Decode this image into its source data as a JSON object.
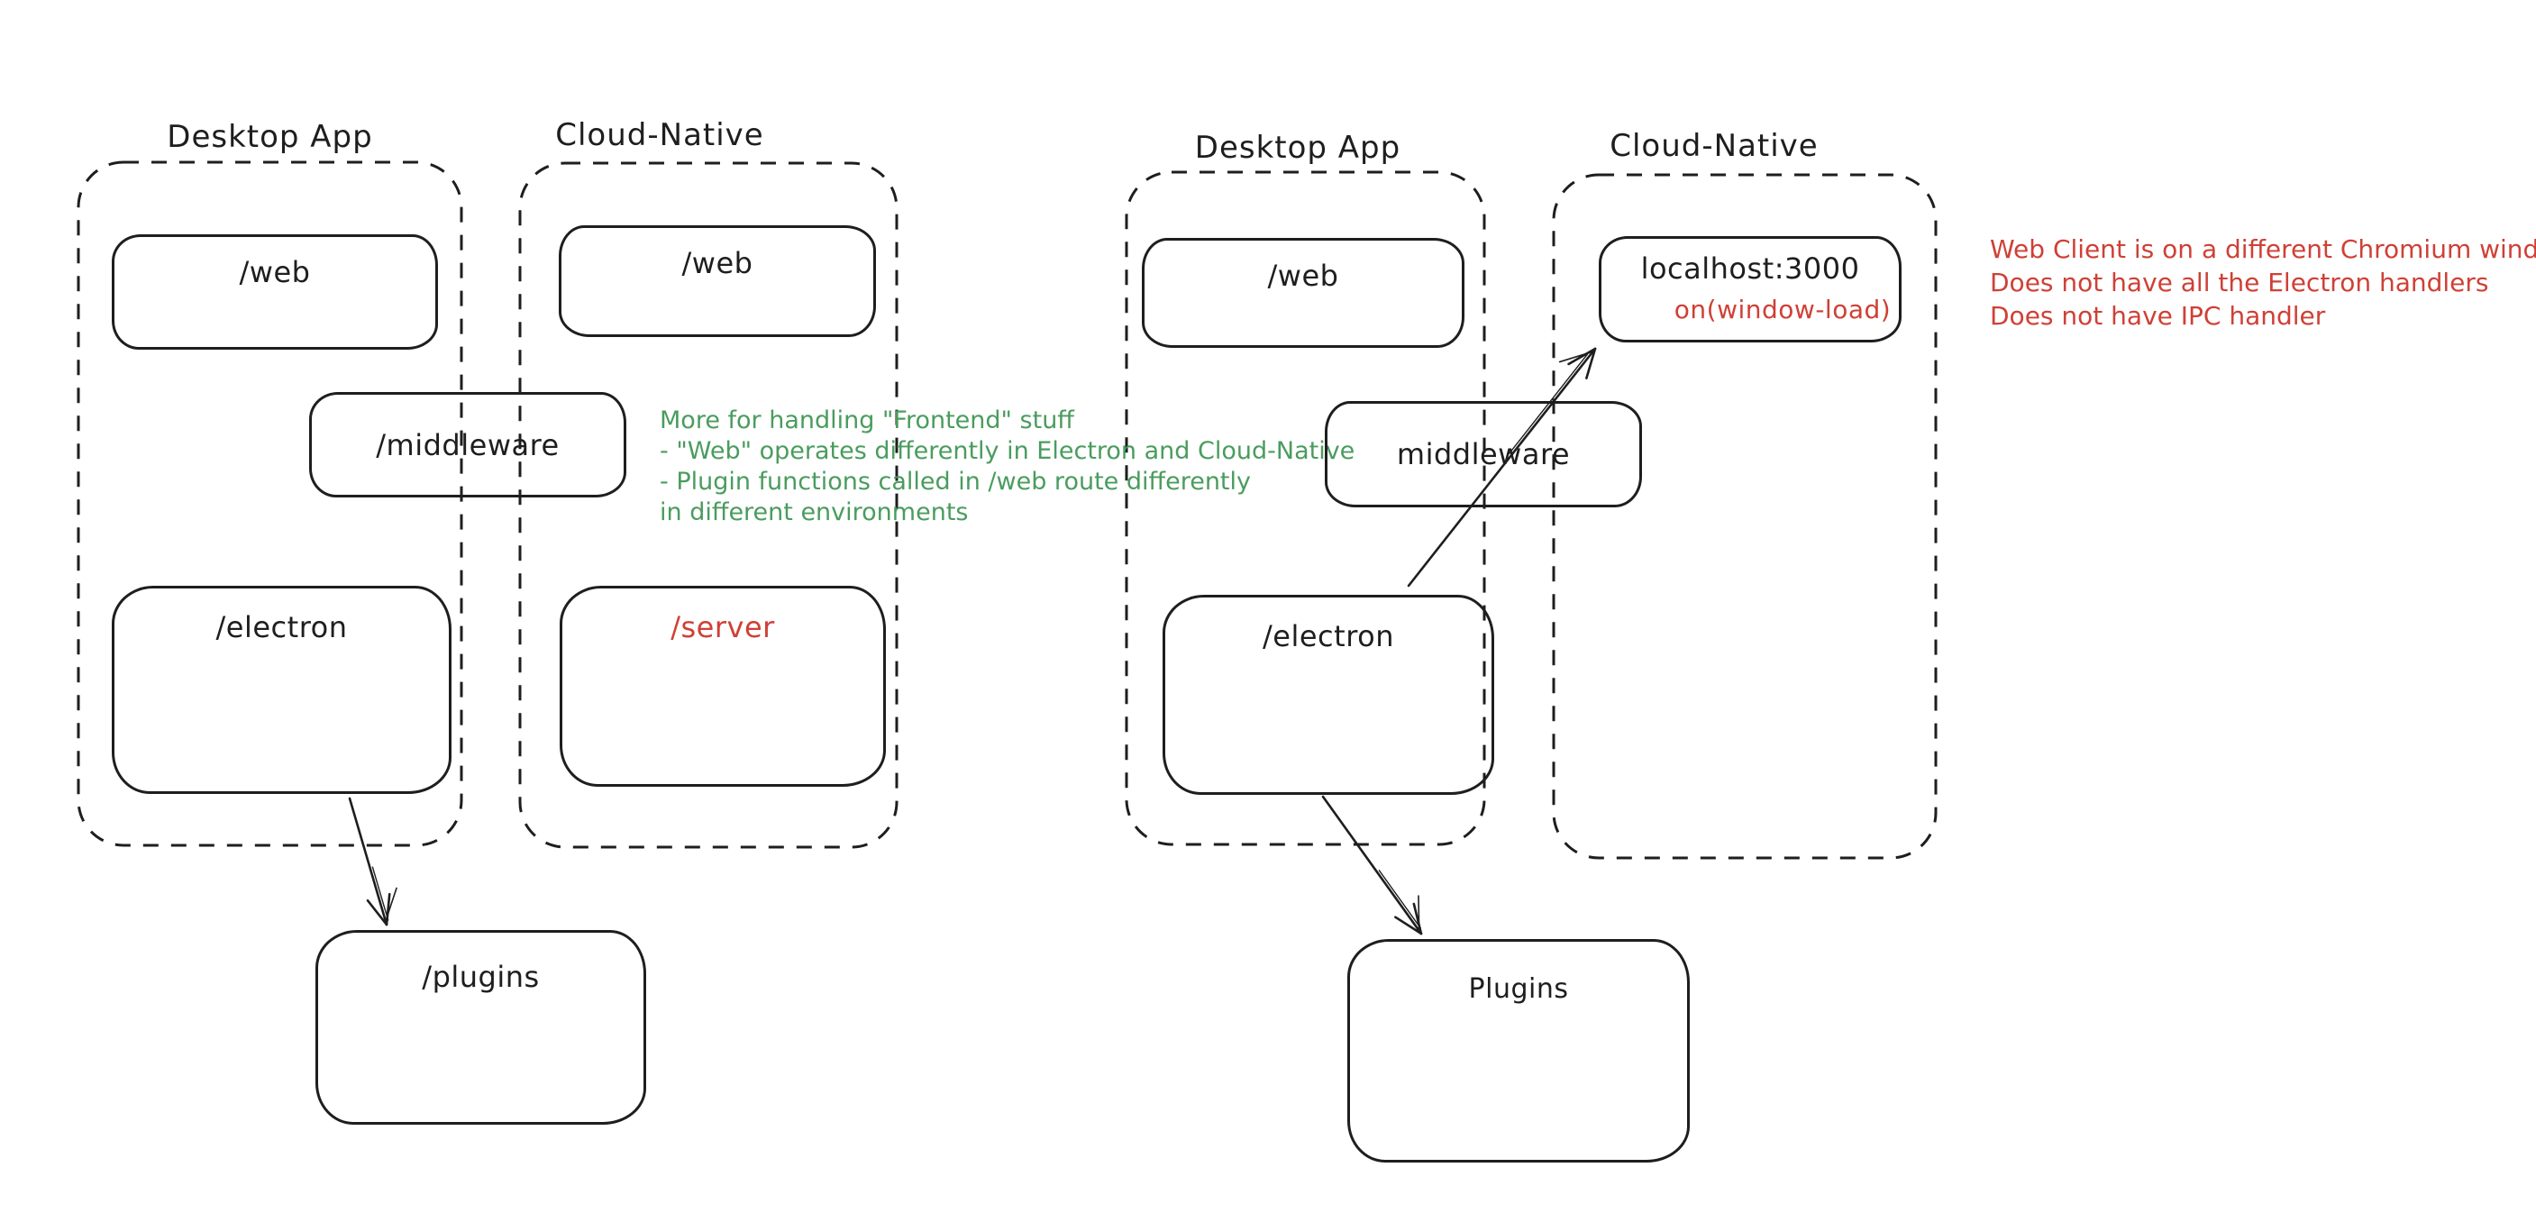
{
  "colors": {
    "ink": "#1e1e1e",
    "red": "#cf4036",
    "green": "#4a9c5e",
    "background": "#ffffff"
  },
  "left_diagram": {
    "desktop_label": "Desktop App",
    "cloud_label": "Cloud-Native",
    "web_desktop_label": "/web",
    "web_cloud_label": "/web",
    "middleware_label": "/middleware",
    "electron_label": "/electron",
    "server_label": "/server",
    "plugins_label": "/plugins",
    "note_lines": [
      "More for handling \"Frontend\" stuff",
      "- \"Web\" operates differently in Electron and Cloud-Native",
      "- Plugin functions called in /web route differently",
      "in different environments"
    ]
  },
  "right_diagram": {
    "desktop_label": "Desktop App",
    "cloud_label": "Cloud-Native",
    "web_label": "/web",
    "localhost_label": "localhost:3000",
    "localhost_event_label": "on(window-load)",
    "middleware_label": "middleware",
    "electron_label": "/electron",
    "plugins_label": "Plugins",
    "note_lines": [
      "Web Client is on a different Chromium window",
      "Does not have all the Electron handlers",
      "Does not have IPC handler"
    ]
  }
}
